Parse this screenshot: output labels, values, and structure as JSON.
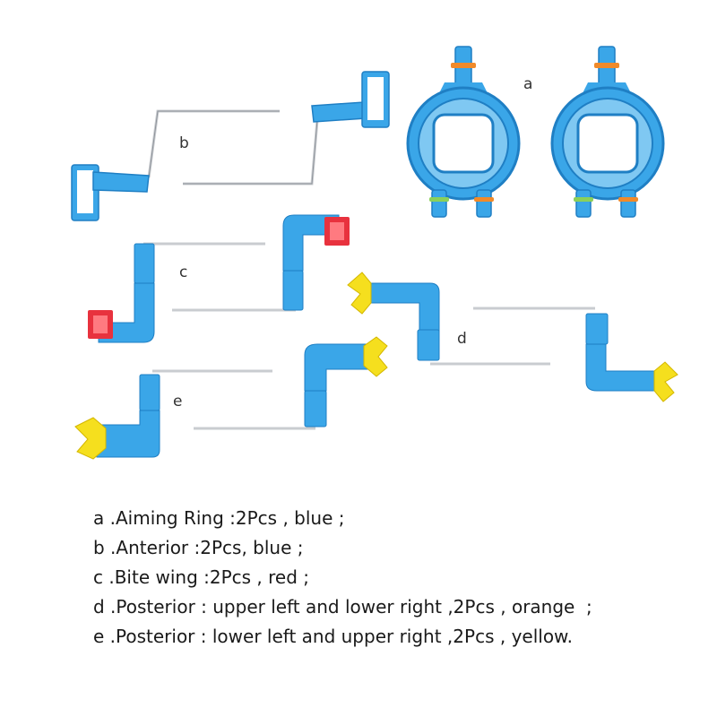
{
  "labels": {
    "a": "a",
    "b": "b",
    "c": "c",
    "d": "d",
    "e": "e"
  },
  "legend": [
    "a .Aiming Ring :2Pcs , blue ;",
    "b .Anterior :2Pcs, blue ;",
    "c .Bite wing :2Pcs , red ;",
    "d .Posterior : upper left and lower right ,2Pcs , orange  ;",
    "e .Posterior : lower left and upper right ,2Pcs , yellow."
  ],
  "colors": {
    "blue": "#3aa6e8",
    "blue_dark": "#1f7fc4",
    "red": "#e8323e",
    "yellow": "#f5df1e",
    "rod": "#c9ccd0"
  }
}
